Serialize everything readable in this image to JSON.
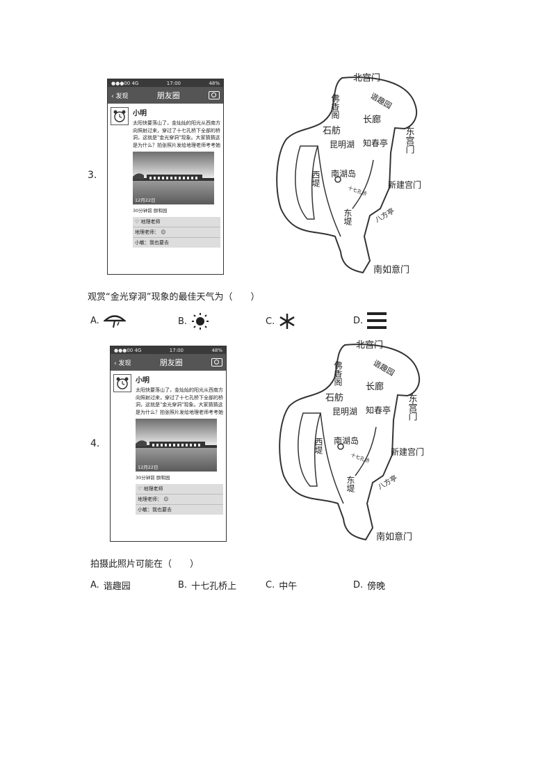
{
  "questions": [
    {
      "number": "3.",
      "phone": {
        "status_left": "●●●00 4G",
        "status_time": "17:00",
        "status_right": "48%",
        "back_label": "发现",
        "title": "朋友圈",
        "user_name": "小明",
        "post_text": "太阳快要落山了，金灿灿的阳光从西南方向照射过来，穿过了十七孔桥下全部的桥洞，这就是\"金光穿洞\"现象。大家猜猜这是为什么？拍张照片发给地理老师考考她",
        "photo_date": "12月22日",
        "meta": "30分钟前  颐和园",
        "like_label": "地理老师",
        "comment_1": "地理老师：",
        "comment_2": "小敏：我也要去"
      },
      "question_text": "观赏“金光穿洞”现象的最佳天气为（　　）",
      "options": [
        {
          "label": "A.",
          "icon": "rain-umbrella-icon"
        },
        {
          "label": "B.",
          "icon": "sun-icon"
        },
        {
          "label": "C.",
          "icon": "snow-icon"
        },
        {
          "label": "D.",
          "icon": "fog-icon"
        }
      ]
    },
    {
      "number": "4.",
      "phone": {
        "status_left": "●●●00 4G",
        "status_time": "17:00",
        "status_right": "48%",
        "back_label": "发现",
        "title": "朋友圈",
        "user_name": "小明",
        "post_text": "太阳快要落山了，金灿灿的阳光从西南方向照射过来，穿过了十七孔桥下全部的桥洞，这就是\"金光穿洞\"现象。大家猜猜这是为什么？拍张照片发给地理老师考考她",
        "photo_date": "12月22日",
        "meta": "30分钟前  颐和园",
        "like_label": "地理老师",
        "comment_1": "地理老师：",
        "comment_2": "小敏：我也要去"
      },
      "question_text": "拍摄此照片可能在（　　）",
      "options": [
        {
          "label": "A.",
          "text": "谐趣园"
        },
        {
          "label": "B.",
          "text": "十七孔桥上"
        },
        {
          "label": "C.",
          "text": "中午"
        },
        {
          "label": "D.",
          "text": "傍晚"
        }
      ]
    }
  ],
  "map_labels": {
    "north_gate": "北宫门",
    "foxiangge": "佛香阁",
    "xiequyuan": "谐趣园",
    "changlang": "长廊",
    "shifang": "石舫",
    "east_gate": "东宫门",
    "kunminghu": "昆明湖",
    "zhichunting": "知春亭",
    "xidi": "西堤",
    "nanhudao": "南湖岛",
    "bridge": "十七孔桥",
    "xinjian_gate": "新建宫门",
    "dongdi": "东堤",
    "bafangting": "八方亭",
    "south_gate": "南如意门"
  }
}
